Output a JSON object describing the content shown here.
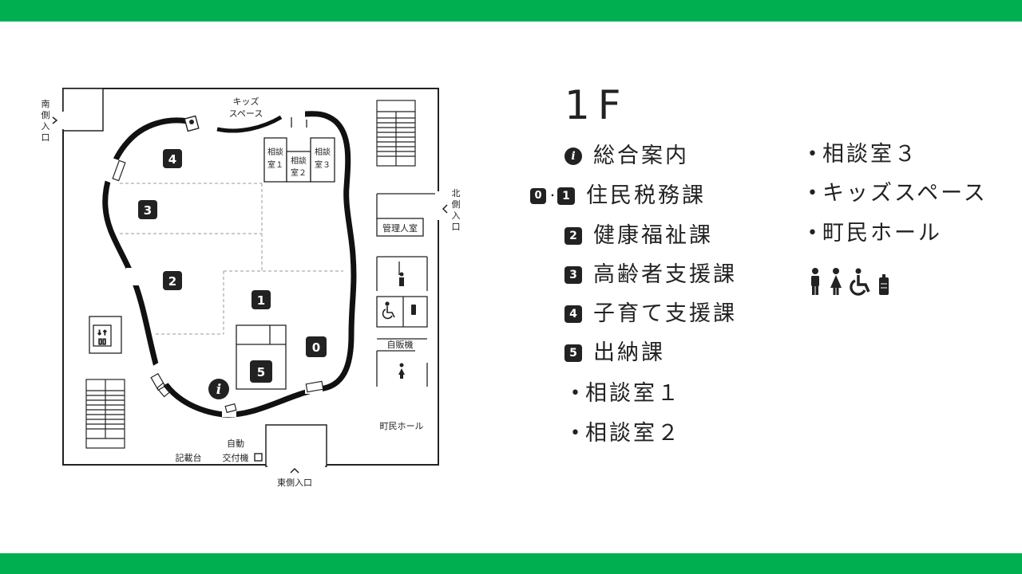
{
  "colors": {
    "brand_green": "#00b050",
    "ink": "#222222"
  },
  "floor": "1F",
  "map": {
    "labels": {
      "kids_space": [
        "キッズ",
        "スペース"
      ],
      "south_entrance": [
        "南",
        "側",
        "入",
        "口"
      ],
      "north_entrance": [
        "北",
        "側",
        "入",
        "口"
      ],
      "east_entrance": "東側入口",
      "consult_1": [
        "相談",
        "室１"
      ],
      "consult_2": [
        "相談",
        "室２"
      ],
      "consult_3": [
        "相談",
        "室３"
      ],
      "manager_room": "管理人室",
      "vending": "自販機",
      "town_hall": "町民ホール",
      "writing_desk": "記載台",
      "auto_issue": [
        "自動",
        "交付機"
      ]
    },
    "zones": [
      "0",
      "1",
      "2",
      "3",
      "4",
      "5"
    ],
    "info_marker": "i"
  },
  "legend": [
    {
      "badges": [
        "i"
      ],
      "label": "総合案内"
    },
    {
      "badges": [
        "0",
        "1"
      ],
      "label": "住民税務課"
    },
    {
      "badges": [
        "2"
      ],
      "label": "健康福祉課"
    },
    {
      "badges": [
        "3"
      ],
      "label": "高齢者支援課"
    },
    {
      "badges": [
        "4"
      ],
      "label": "子育て支援課"
    },
    {
      "badges": [
        "5"
      ],
      "label": "出納課"
    },
    {
      "label": "相談室１"
    },
    {
      "label": "相談室２"
    },
    {
      "label": "相談室３"
    },
    {
      "label": "キッズスペース"
    },
    {
      "label": "町民ホール"
    }
  ],
  "legend_separator": "･",
  "bullet": "•",
  "facility_icons": [
    "mens-restroom-icon",
    "womens-restroom-icon",
    "wheelchair-restroom-icon",
    "nursing-room-icon"
  ]
}
